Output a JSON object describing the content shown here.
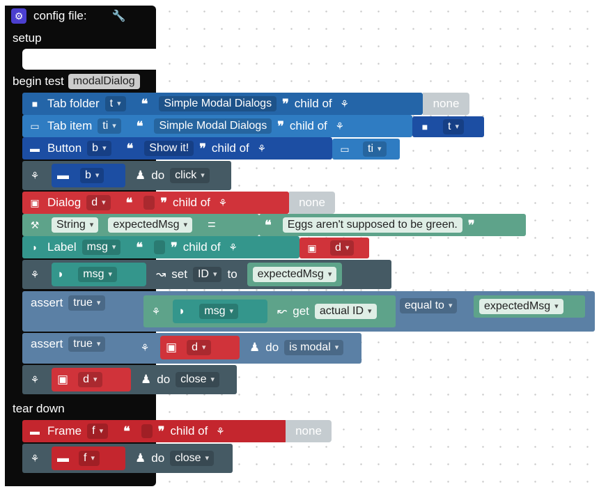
{
  "config": {
    "title": "config file:",
    "icon": "gear-icon",
    "wrench_icon": "wrench-icon"
  },
  "sections": {
    "setup": "setup",
    "begin_test": "begin test",
    "test_name": "modalDialog",
    "tear_down": "tear down"
  },
  "tab_folder": {
    "label": "Tab folder",
    "var": "t",
    "text": "Simple Modal Dialogs",
    "child_of": "child of",
    "parent": "none"
  },
  "tab_item": {
    "label": "Tab item",
    "var": "ti",
    "text": "Simple Modal Dialogs",
    "child_of": "child of",
    "parent_var": "t"
  },
  "button": {
    "label": "Button",
    "var": "b",
    "text": "Show it!",
    "child_of": "child of",
    "parent_var": "ti"
  },
  "click_action": {
    "target": "b",
    "do": "do",
    "action": "click"
  },
  "dialog": {
    "label": "Dialog",
    "var": "d",
    "text": "",
    "child_of": "child of",
    "parent": "none"
  },
  "string_var": {
    "type": "String",
    "name": "expectedMsg",
    "equals": "=",
    "value": "Eggs aren't supposed to be green."
  },
  "label": {
    "label": "Label",
    "var": "msg",
    "text": "",
    "child_of": "child of",
    "parent_var": "d"
  },
  "set_id": {
    "target": "msg",
    "set": "set",
    "prop": "ID",
    "to": "to",
    "value": "expectedMsg"
  },
  "assert1": {
    "label": "assert",
    "bool": "true",
    "target": "msg",
    "get": "get",
    "prop": "actual ID",
    "op": "equal to",
    "value": "expectedMsg"
  },
  "assert2": {
    "label": "assert",
    "bool": "true",
    "target": "d",
    "do": "do",
    "action": "is modal"
  },
  "close_d": {
    "target": "d",
    "do": "do",
    "action": "close"
  },
  "frame": {
    "label": "Frame",
    "var": "f",
    "text": "",
    "child_of": "child of",
    "parent": "none"
  },
  "close_f": {
    "target": "f",
    "do": "do",
    "action": "close"
  },
  "quotes": {
    "open": "❝",
    "close": "❞"
  }
}
